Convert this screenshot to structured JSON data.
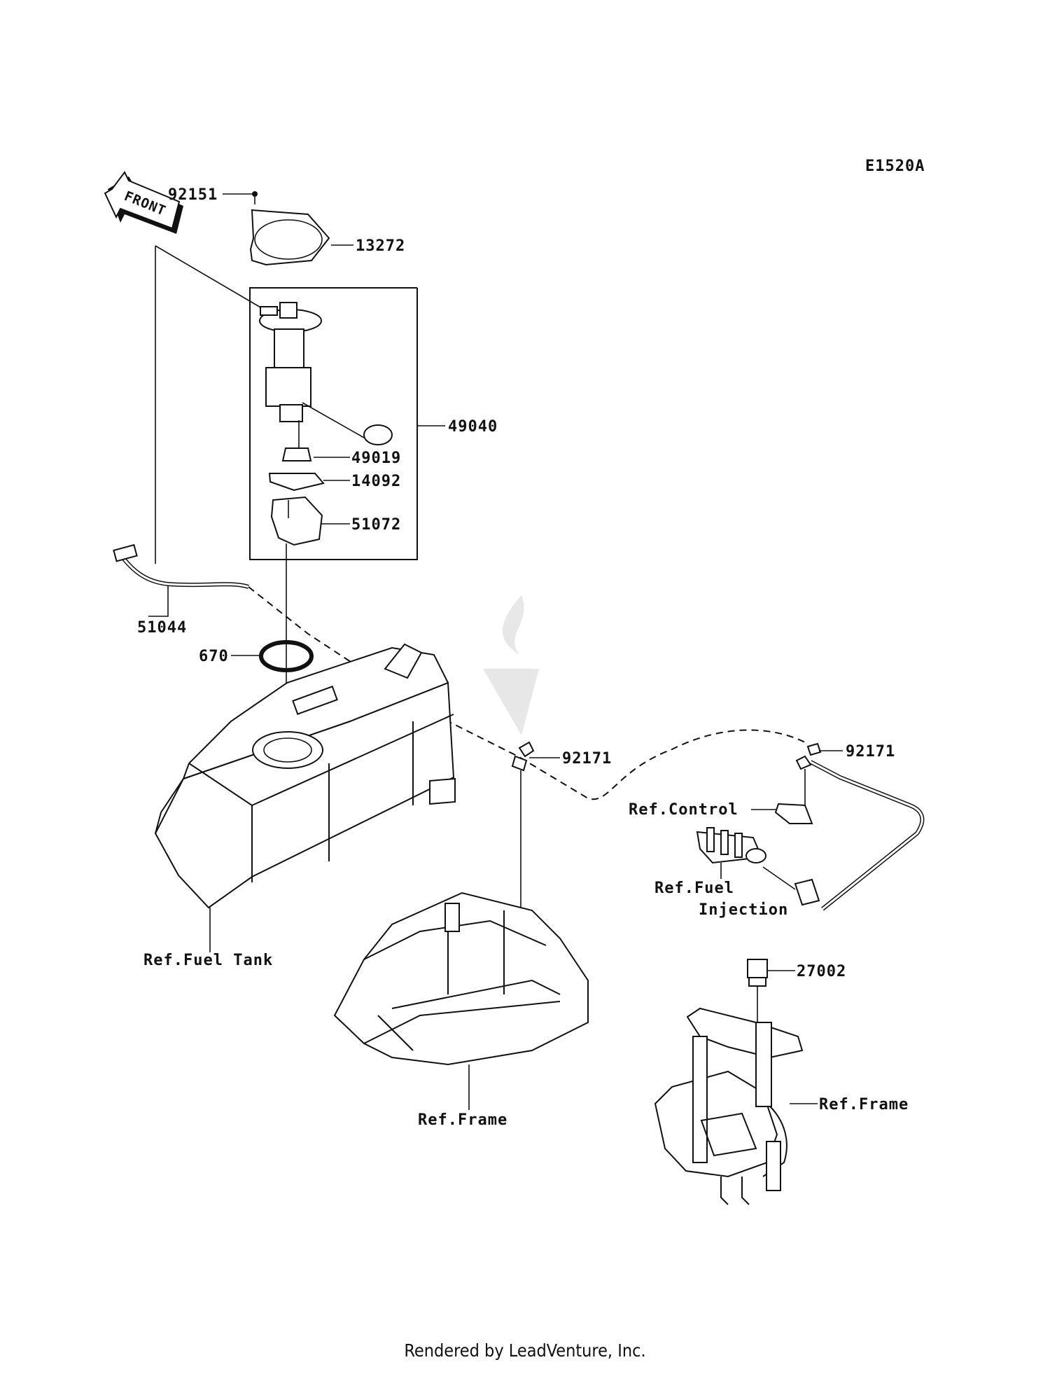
{
  "diagram_code": "E1520A",
  "front_label": "FRONT",
  "parts": {
    "p92151": "92151",
    "p13272": "13272",
    "p49040": "49040",
    "p49019": "49019",
    "p14092": "14092",
    "p51072": "51072",
    "p51044": "51044",
    "p670": "670",
    "p92171_a": "92171",
    "p92171_b": "92171",
    "p27002": "27002"
  },
  "refs": {
    "control": "Ref.Control",
    "fuel_injection_1": "Ref.Fuel",
    "fuel_injection_2": "Injection",
    "fuel_tank": "Ref.Fuel Tank",
    "frame_center": "Ref.Frame",
    "frame_right": "Ref.Frame"
  },
  "footer": "Rendered by LeadVenture, Inc."
}
